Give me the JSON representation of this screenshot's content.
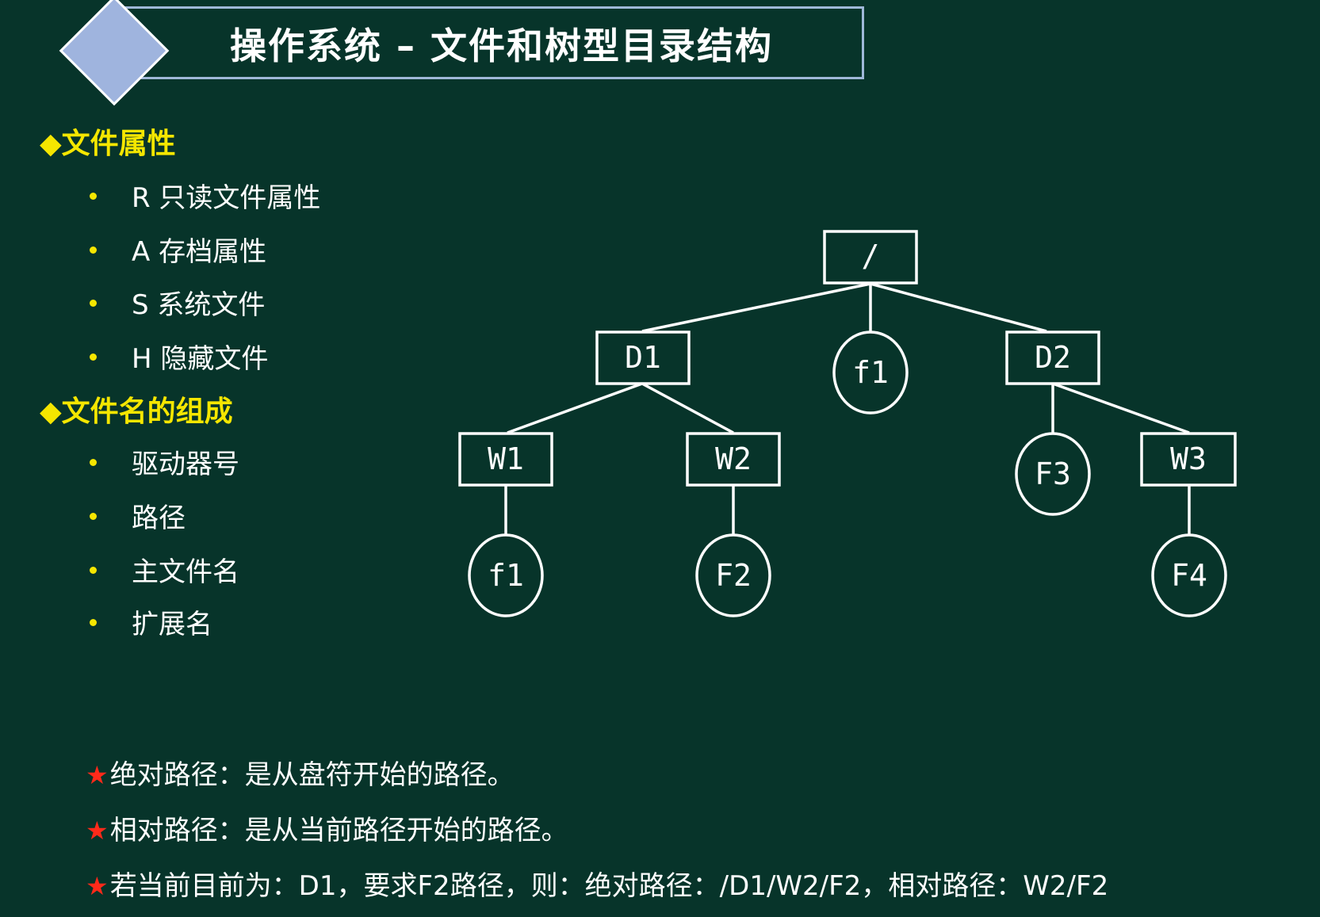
{
  "title": "操作系统 – 文件和树型目录结构",
  "sections": [
    {
      "heading": "◆文件属性",
      "items": [
        "R 只读文件属性",
        "A 存档属性",
        "S 系统文件",
        "H 隐藏文件"
      ]
    },
    {
      "heading": "◆文件名的组成",
      "items": [
        "驱动器号",
        "路径",
        "主文件名",
        "扩展名"
      ]
    }
  ],
  "notes": [
    "绝对路径：是从盘符开始的路径。",
    "相对路径：是从当前路径开始的路径。",
    "若当前目前为：D1，要求F2路径，则：绝对路径：/D1/W2/F2，相对路径：W2/F2"
  ],
  "tree": {
    "nodes": {
      "root": {
        "label": "/",
        "shape": "box"
      },
      "D1": {
        "label": "D1",
        "shape": "box"
      },
      "f1_top": {
        "label": "f1",
        "shape": "circle"
      },
      "D2": {
        "label": "D2",
        "shape": "box"
      },
      "W1": {
        "label": "W1",
        "shape": "box"
      },
      "W2": {
        "label": "W2",
        "shape": "box"
      },
      "F3": {
        "label": "F3",
        "shape": "circle"
      },
      "W3": {
        "label": "W3",
        "shape": "box"
      },
      "f1_leaf": {
        "label": "f1",
        "shape": "circle"
      },
      "F2": {
        "label": "F2",
        "shape": "circle"
      },
      "F4": {
        "label": "F4",
        "shape": "circle"
      }
    }
  },
  "colors": {
    "background": "#07342a",
    "heading": "#f5e600",
    "star": "#ff2a1a",
    "title_border": "#9fb8d8",
    "diamond": "#9fb4de"
  }
}
